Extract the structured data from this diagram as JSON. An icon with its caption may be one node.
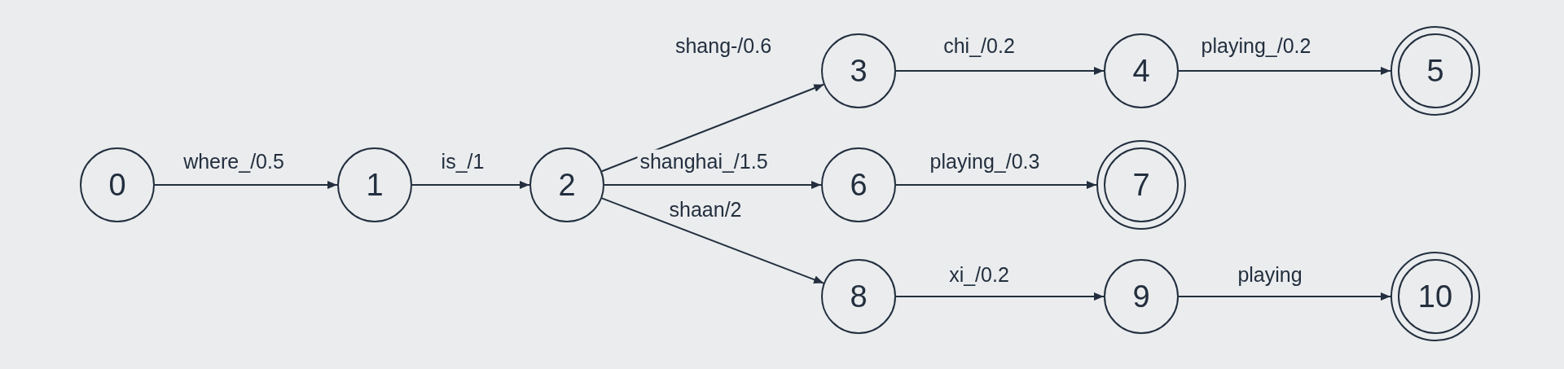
{
  "diagram": {
    "nodes": [
      {
        "text": [
          "0"
        ]
      },
      {
        "text": [
          "1"
        ]
      },
      {
        "text": [
          "2"
        ]
      },
      {
        "text": [
          "3"
        ]
      },
      {
        "text": [
          "4"
        ]
      },
      {
        "text": [
          "5"
        ]
      },
      {
        "text": [
          "6"
        ]
      },
      {
        "text": [
          "7"
        ]
      },
      {
        "text": [
          "8"
        ]
      },
      {
        "text": [
          "9"
        ]
      },
      {
        "text": [
          "10"
        ]
      }
    ],
    "edges": [
      {
        "from": 0,
        "to": 1,
        "arrow": "to",
        "label": "where_/0.5"
      },
      {
        "from": 1,
        "to": 2,
        "arrow": "to",
        "label": "is_/1"
      },
      {
        "from": 2,
        "to": 3,
        "arrow": "to",
        "label": "shang-/0.6"
      },
      {
        "from": 2,
        "to": 6,
        "arrow": "to",
        "label": "shanghai_/1.5"
      },
      {
        "from": 2,
        "to": 8,
        "arrow": "to",
        "label": "shaan/2"
      },
      {
        "from": 3,
        "to": 4,
        "arrow": "to",
        "label": "chi_/0.2"
      },
      {
        "from": 4,
        "to": 5,
        "arrow": "to",
        "label": "playing_/0.2"
      },
      {
        "from": 6,
        "to": 7,
        "arrow": "to",
        "label": "playing_/0.3"
      },
      {
        "from": 8,
        "to": 9,
        "arrow": "to",
        "label": "xi_/0.2"
      },
      {
        "from": 9,
        "to": 10,
        "arrow": "to",
        "label": "playing"
      }
    ]
  }
}
